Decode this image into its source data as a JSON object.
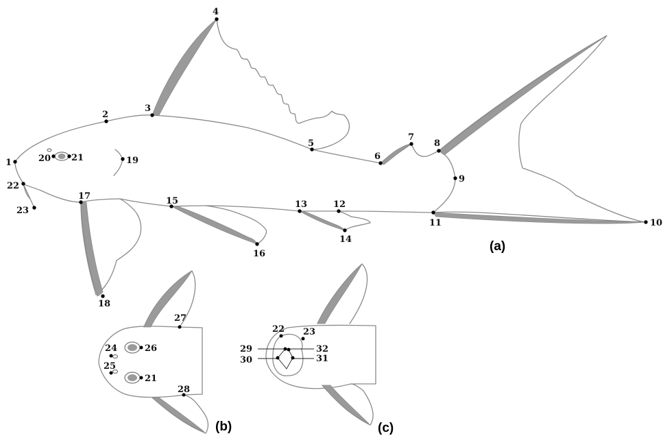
{
  "panels": {
    "a": "(a)",
    "b": "(b)",
    "c": "(c)"
  },
  "landmarks": {
    "1": "1",
    "2": "2",
    "3": "3",
    "4": "4",
    "5": "5",
    "6": "6",
    "7": "7",
    "8": "8",
    "9": "9",
    "10": "10",
    "11": "11",
    "12": "12",
    "13": "13",
    "14": "14",
    "15": "15",
    "16": "16",
    "17": "17",
    "18": "18",
    "19": "19",
    "20": "20",
    "21": "21",
    "22": "22",
    "23": "23",
    "24": "24",
    "25": "25",
    "26": "26",
    "27": "27",
    "28": "28",
    "29": "29",
    "30": "30",
    "31": "31",
    "32": "32"
  },
  "colors": {
    "outline": "#8a8a8a",
    "fin_ray": "#9a9a9a",
    "landmark": "#000000"
  }
}
